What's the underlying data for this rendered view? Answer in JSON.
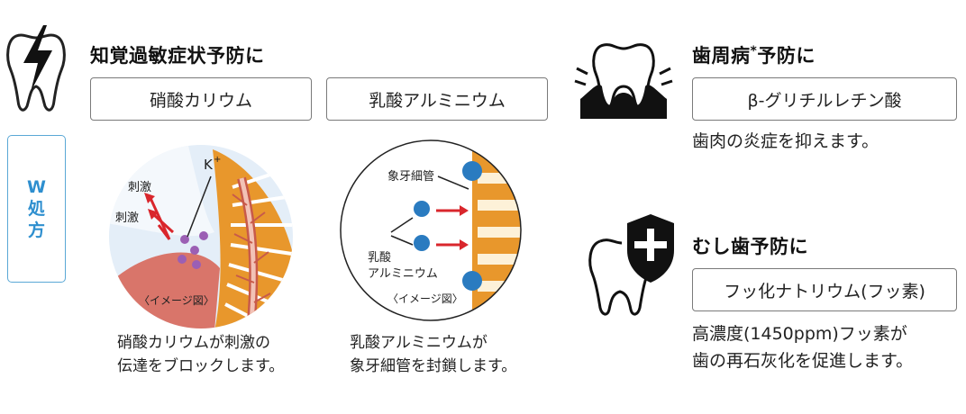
{
  "left": {
    "title": "知覚過敏症状予防に",
    "badge": [
      "W",
      "処",
      "方"
    ],
    "box1": "硝酸カリウム",
    "box2": "乳酸アルミニウム",
    "diagram1": {
      "stim1": "刺激",
      "stim2": "刺激",
      "ion": "K",
      "ion_sup": "+",
      "note": "〈イメージ図〉"
    },
    "diagram2": {
      "tubule": "象牙細管",
      "agent_line1": "乳酸",
      "agent_line2": "アルミニウム",
      "note": "〈イメージ図〉"
    },
    "caption1": "硝酸カリウムが刺激の\n伝達をブロックします。",
    "caption2": "乳酸アルミニウムが\n象牙細管を封鎖します。"
  },
  "right": {
    "perio": {
      "title": "歯周病",
      "title_mark": "*",
      "title_suffix": "予防に",
      "box": "β-グリチルレチン酸",
      "desc": "歯肉の炎症を抑えます。"
    },
    "caries": {
      "title": "むし歯予防に",
      "box": "フッ化ナトリウム(フッ素)",
      "desc": "高濃度(1450ppm)フッ素が\n歯の再石灰化を促進します。"
    }
  },
  "colors": {
    "accent_blue": "#2e8fcf",
    "orange": "#e8972c",
    "red": "#d9262c",
    "purple": "#9b5fb4",
    "gum": "#d9756a"
  }
}
